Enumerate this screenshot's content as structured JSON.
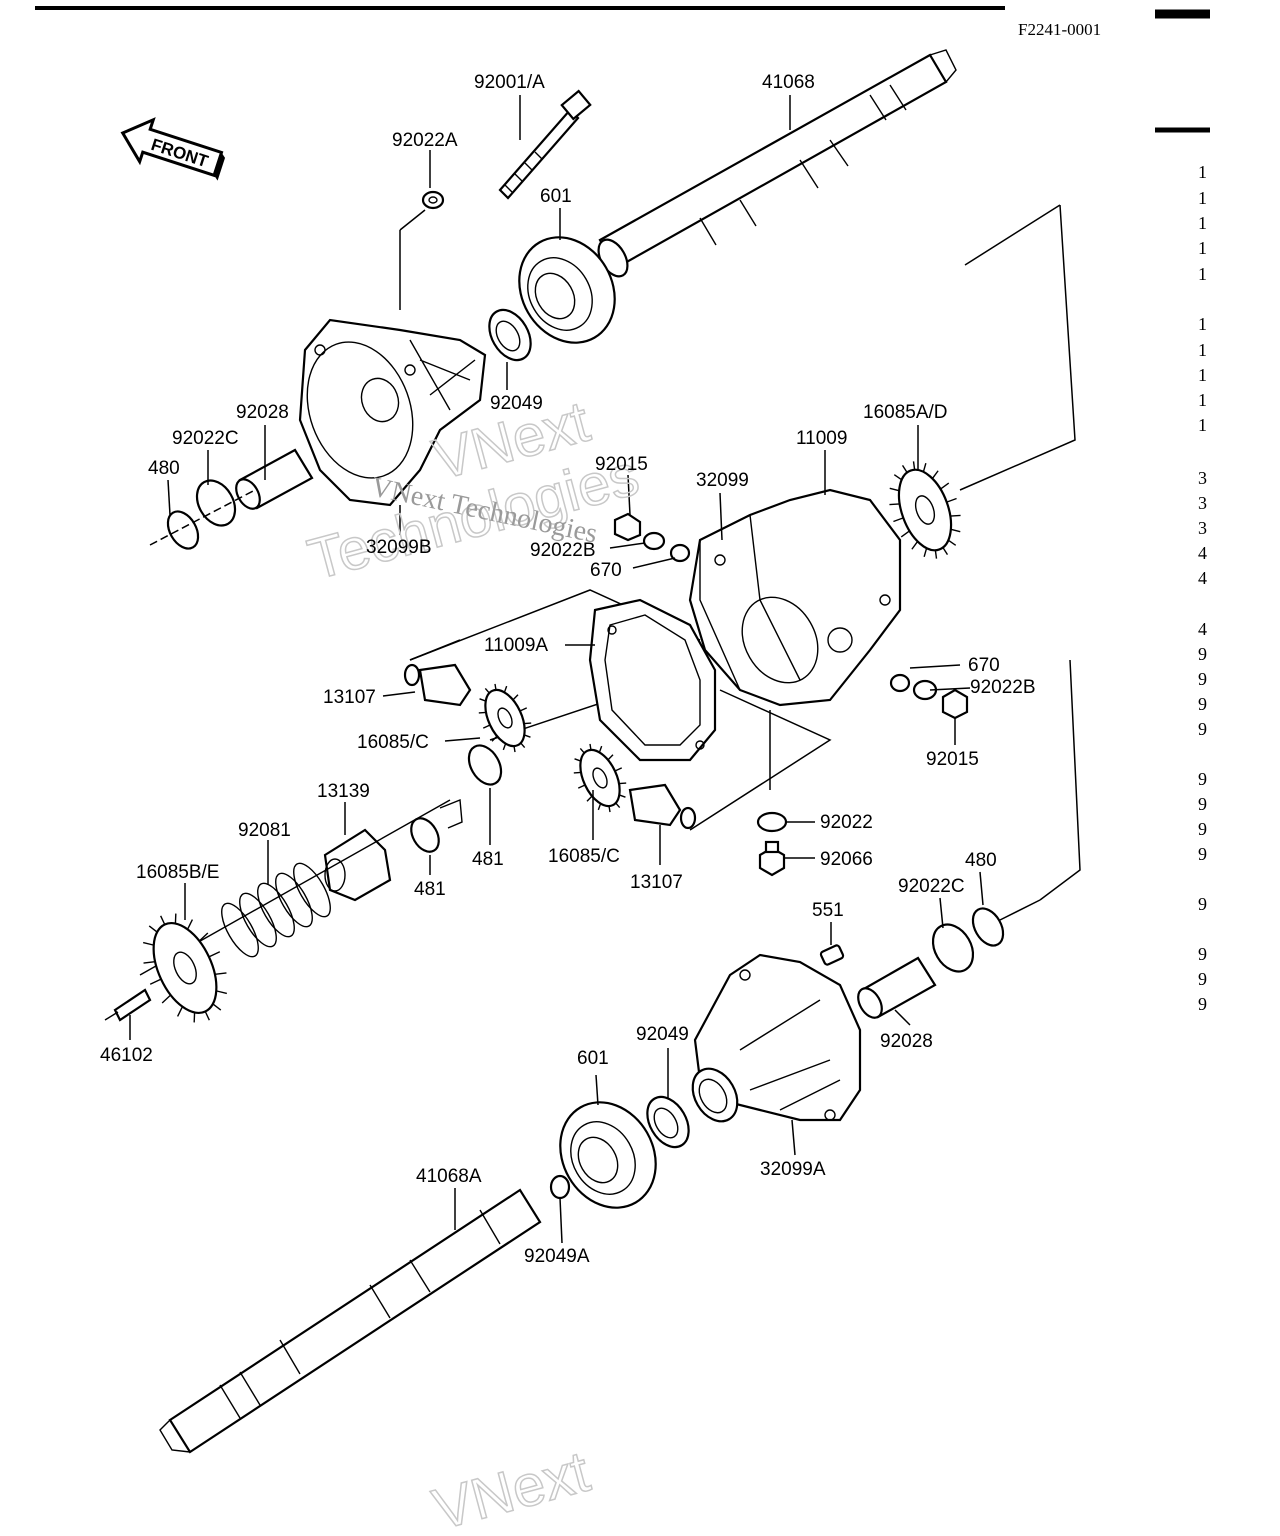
{
  "drawing_ref": "F2241-0001",
  "front_arrow_label": "FRONT",
  "watermark": {
    "line1": "VNext",
    "line2": "Technologies",
    "line3": "VNext Technologies",
    "bottom_fragment": "VNext"
  },
  "labels": [
    {
      "id": "p1",
      "text": "92001/A"
    },
    {
      "id": "p2",
      "text": "41068"
    },
    {
      "id": "p3",
      "text": "92022A"
    },
    {
      "id": "p4",
      "text": "601"
    },
    {
      "id": "p5",
      "text": "92049"
    },
    {
      "id": "p6",
      "text": "92028"
    },
    {
      "id": "p7",
      "text": "92022C"
    },
    {
      "id": "p8",
      "text": "480"
    },
    {
      "id": "p9",
      "text": "32099B"
    },
    {
      "id": "p10",
      "text": "92015"
    },
    {
      "id": "p11",
      "text": "32099"
    },
    {
      "id": "p12",
      "text": "11009"
    },
    {
      "id": "p13",
      "text": "16085A/D"
    },
    {
      "id": "p14",
      "text": "92022B"
    },
    {
      "id": "p15",
      "text": "670"
    },
    {
      "id": "p16",
      "text": "11009A"
    },
    {
      "id": "p17",
      "text": "13107"
    },
    {
      "id": "p18",
      "text": "16085/C"
    },
    {
      "id": "p19",
      "text": "670"
    },
    {
      "id": "p20",
      "text": "92022B"
    },
    {
      "id": "p21",
      "text": "92015"
    },
    {
      "id": "p22",
      "text": "13139"
    },
    {
      "id": "p23",
      "text": "92081"
    },
    {
      "id": "p24",
      "text": "481"
    },
    {
      "id": "p25",
      "text": "481"
    },
    {
      "id": "p26",
      "text": "16085/C"
    },
    {
      "id": "p27",
      "text": "13107"
    },
    {
      "id": "p28",
      "text": "92022"
    },
    {
      "id": "p29",
      "text": "92066"
    },
    {
      "id": "p30",
      "text": "16085B/E"
    },
    {
      "id": "p31",
      "text": "480"
    },
    {
      "id": "p32",
      "text": "92022C"
    },
    {
      "id": "p33",
      "text": "551"
    },
    {
      "id": "p34",
      "text": "46102"
    },
    {
      "id": "p35",
      "text": "92028"
    },
    {
      "id": "p36",
      "text": "92049"
    },
    {
      "id": "p37",
      "text": "601"
    },
    {
      "id": "p38",
      "text": "32099A"
    },
    {
      "id": "p39",
      "text": "41068A"
    },
    {
      "id": "p40",
      "text": "92049A"
    }
  ],
  "side_column_digits": [
    "1",
    "1",
    "1",
    "1",
    "1",
    "1",
    "1",
    "1",
    "1",
    "1",
    "3",
    "3",
    "3",
    "4",
    "4",
    "4",
    "9",
    "9",
    "9",
    "9",
    "9",
    "9",
    "9",
    "9",
    "9",
    "9",
    "9",
    "9"
  ]
}
